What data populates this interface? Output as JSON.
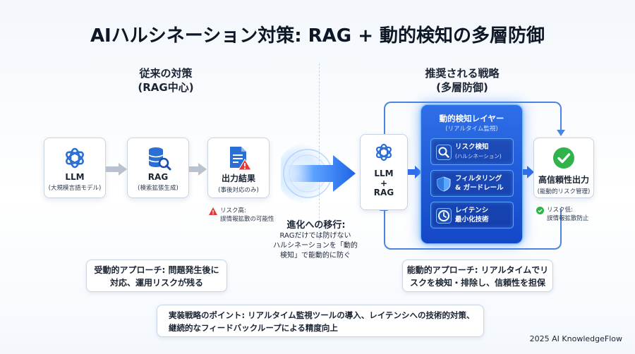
{
  "title": "AIハルシネーション対策: RAG + 動的検知の多層防御",
  "left_section": {
    "title_line1": "従来の対策",
    "title_line2": "(RAG中心)"
  },
  "right_section": {
    "title_line1": "推奨される戦略",
    "title_line2": "(多層防御)"
  },
  "cards": {
    "llm": {
      "label": "LLM",
      "sub": "(大規模言語モデル)",
      "icon": "openai-icon"
    },
    "rag": {
      "label": "RAG",
      "sub": "(検索拡張生成)",
      "icon": "database-search-icon"
    },
    "output": {
      "label": "出力結果",
      "sub": "(事後対応のみ)",
      "icon": "document-warning-icon"
    },
    "llm_rag": {
      "line1": "LLM",
      "line2": "+",
      "line3": "RAG",
      "icon": "openai-icon"
    },
    "final": {
      "label": "高信頼性出力",
      "sub": "(能動的リスク管理)",
      "icon": "check-circle-icon"
    }
  },
  "risk_high": {
    "line1": "リスク高:",
    "line2": "誤情報拡散の可能性"
  },
  "risk_low": {
    "line1": "リスク低:",
    "line2": "誤情報拡散防止"
  },
  "evolution": {
    "title": "進化への移行:",
    "line1": "RAGだけでは防げない",
    "line2": "ハルシネーションを「動的",
    "line3": "検知」で能動的に防ぐ"
  },
  "layer": {
    "title": "動的検知レイヤー",
    "subtitle": "(リアルタイム監視)",
    "items": [
      {
        "label": "リスク検知",
        "sub": "(ハルシネーション)",
        "icon": "search-icon"
      },
      {
        "label": "フィルタリング",
        "label2": "& ガードレール",
        "icon": "shield-icon"
      },
      {
        "label": "レイテンシ",
        "label2": "最小化技術",
        "icon": "clock-icon"
      }
    ]
  },
  "reactive_note": {
    "line1": "受動的アプローチ: 問題発生後に",
    "line2": "対応、運用リスクが残る"
  },
  "proactive_note": {
    "line1": "能動的アプローチ: リアルタイムでリ",
    "line2": "スクを検知・排除し、信頼性を担保"
  },
  "footer": {
    "line1": "実装戦略のポイント: リアルタイム監視ツールの導入、レイテンシへの技術的対策、",
    "line2": "継続的なフィードバックループによる精度向上"
  },
  "credit": "2025 AI KnowledgeFlow",
  "colors": {
    "accent": "#2f6fe8",
    "warning": "#e53935",
    "success": "#2fb34a",
    "icon_blue": "#2b6fd6"
  }
}
